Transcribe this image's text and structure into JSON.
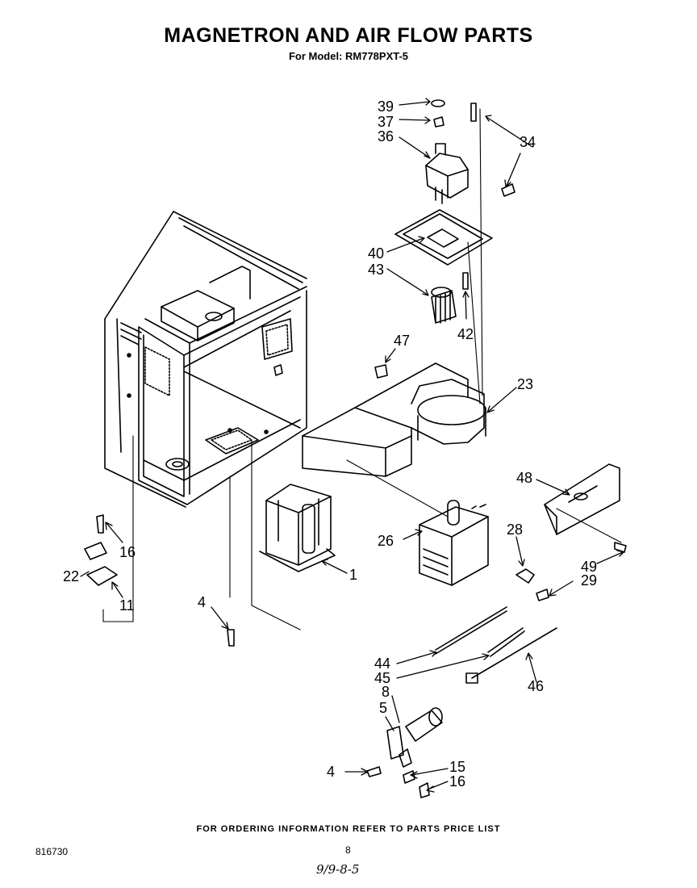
{
  "header": {
    "title": "MAGNETRON AND AIR FLOW PARTS",
    "subtitle": "For Model: RM778PXT-5"
  },
  "callouts": {
    "c39": "39",
    "c37": "37",
    "c36": "36",
    "c34": "34",
    "c40": "40",
    "c43": "43",
    "c42": "42",
    "c47": "47",
    "c23": "23",
    "c48": "48",
    "c26": "26",
    "c28": "28",
    "c49": "49",
    "c29": "29",
    "c1": "1",
    "c16a": "16",
    "c22": "22",
    "c11": "11",
    "c4a": "4",
    "c44": "44",
    "c45": "45",
    "c46": "46",
    "c8": "8",
    "c5": "5",
    "c4b": "4",
    "c15": "15",
    "c16b": "16"
  },
  "footer": {
    "ordering_note": "FOR ORDERING INFORMATION REFER TO PARTS PRICE LIST",
    "doc_number": "816730",
    "page_number": "8",
    "handwritten_date": "9/9-8-5"
  }
}
